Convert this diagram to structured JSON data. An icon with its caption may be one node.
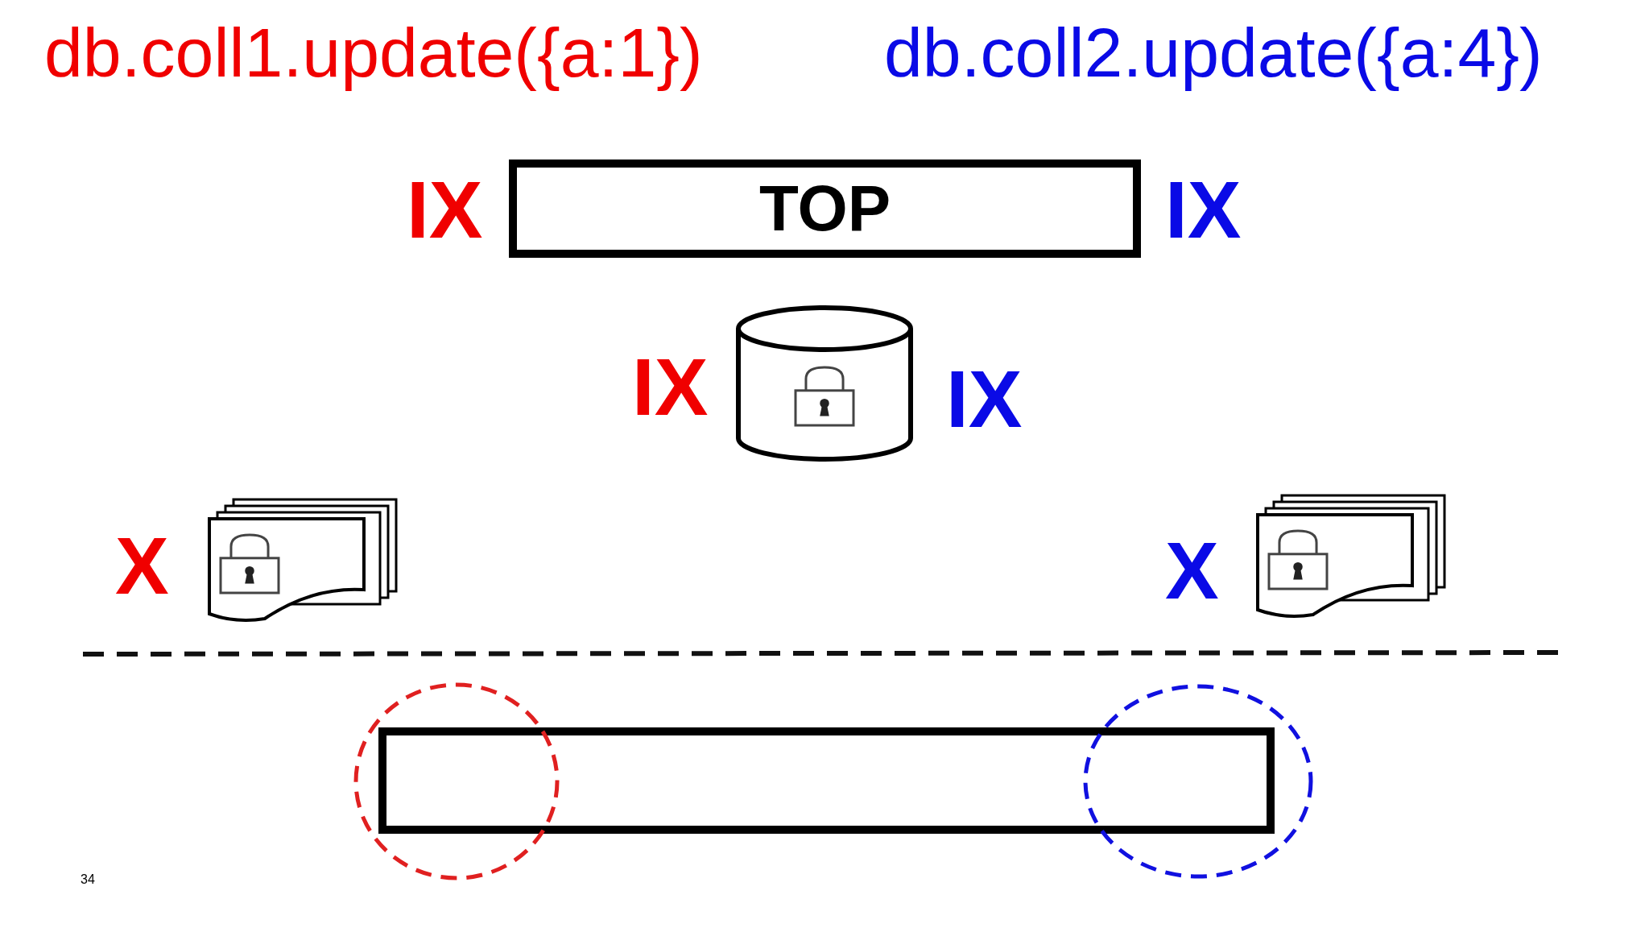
{
  "diagram": {
    "nodes": [
      {
        "text": [
          "TOP"
        ],
        "beside": [
          "IX",
          "IX"
        ]
      },
      {
        "text": [],
        "shape": "cylinder",
        "beside": [
          "IX",
          "IX"
        ]
      },
      {
        "text": [],
        "shape": "document",
        "beside": [
          "X"
        ]
      },
      {
        "text": [],
        "shape": "document",
        "beside": [
          "X"
        ]
      },
      {
        "text": [],
        "shape": "box"
      }
    ],
    "labels": [
      "db.coll1.update({a:1})",
      "db.coll2.update({a:4})",
      "34"
    ]
  }
}
